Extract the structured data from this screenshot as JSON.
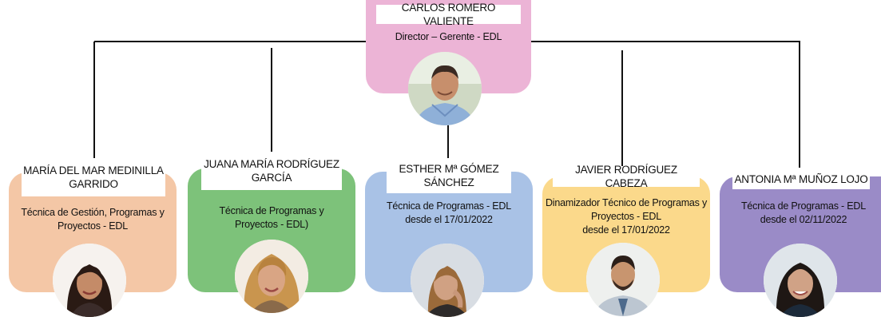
{
  "colors": {
    "director_card": "#ecb4d6",
    "card_1": "#f4c7a6",
    "card_2": "#7dc27a",
    "card_3": "#a9c2e6",
    "card_4": "#fbd98b",
    "card_5": "#9a8bc7",
    "connector": "#111111"
  },
  "director": {
    "name": "CARLOS ROMERO VALIENTE",
    "role_lines": [
      "Director – Gerente - EDL"
    ],
    "photo_icon": "man-portrait"
  },
  "staff": [
    {
      "name_lines": [
        "MARÍA DEL MAR MEDINILLA",
        "GARRIDO"
      ],
      "role_lines": [
        "Técnica de Gestión, Programas y",
        "Proyectos - EDL"
      ],
      "photo_icon": "woman-portrait"
    },
    {
      "name_lines": [
        "JUANA MARÍA RODRÍGUEZ",
        "GARCÍA"
      ],
      "role_lines": [
        "Técnica de Programas y",
        "Proyectos - EDL)"
      ],
      "photo_icon": "woman-portrait"
    },
    {
      "name_lines": [
        "ESTHER Mª GÓMEZ",
        "SÁNCHEZ"
      ],
      "role_lines": [
        "Técnica de Programas - EDL",
        "desde el 17/01/2022"
      ],
      "photo_icon": "woman-portrait"
    },
    {
      "name_lines": [
        "JAVIER RODRÍGUEZ CABEZA"
      ],
      "role_lines": [
        "Dinamizador Técnico de Programas y",
        "Proyectos - EDL",
        "desde el 17/01/2022"
      ],
      "photo_icon": "man-portrait"
    },
    {
      "name_lines": [
        "ANTONIA Mª MUÑOZ LOJO"
      ],
      "role_lines": [
        "Técnica de Programas - EDL",
        "desde el 02/11/2022"
      ],
      "photo_icon": "woman-portrait"
    }
  ]
}
